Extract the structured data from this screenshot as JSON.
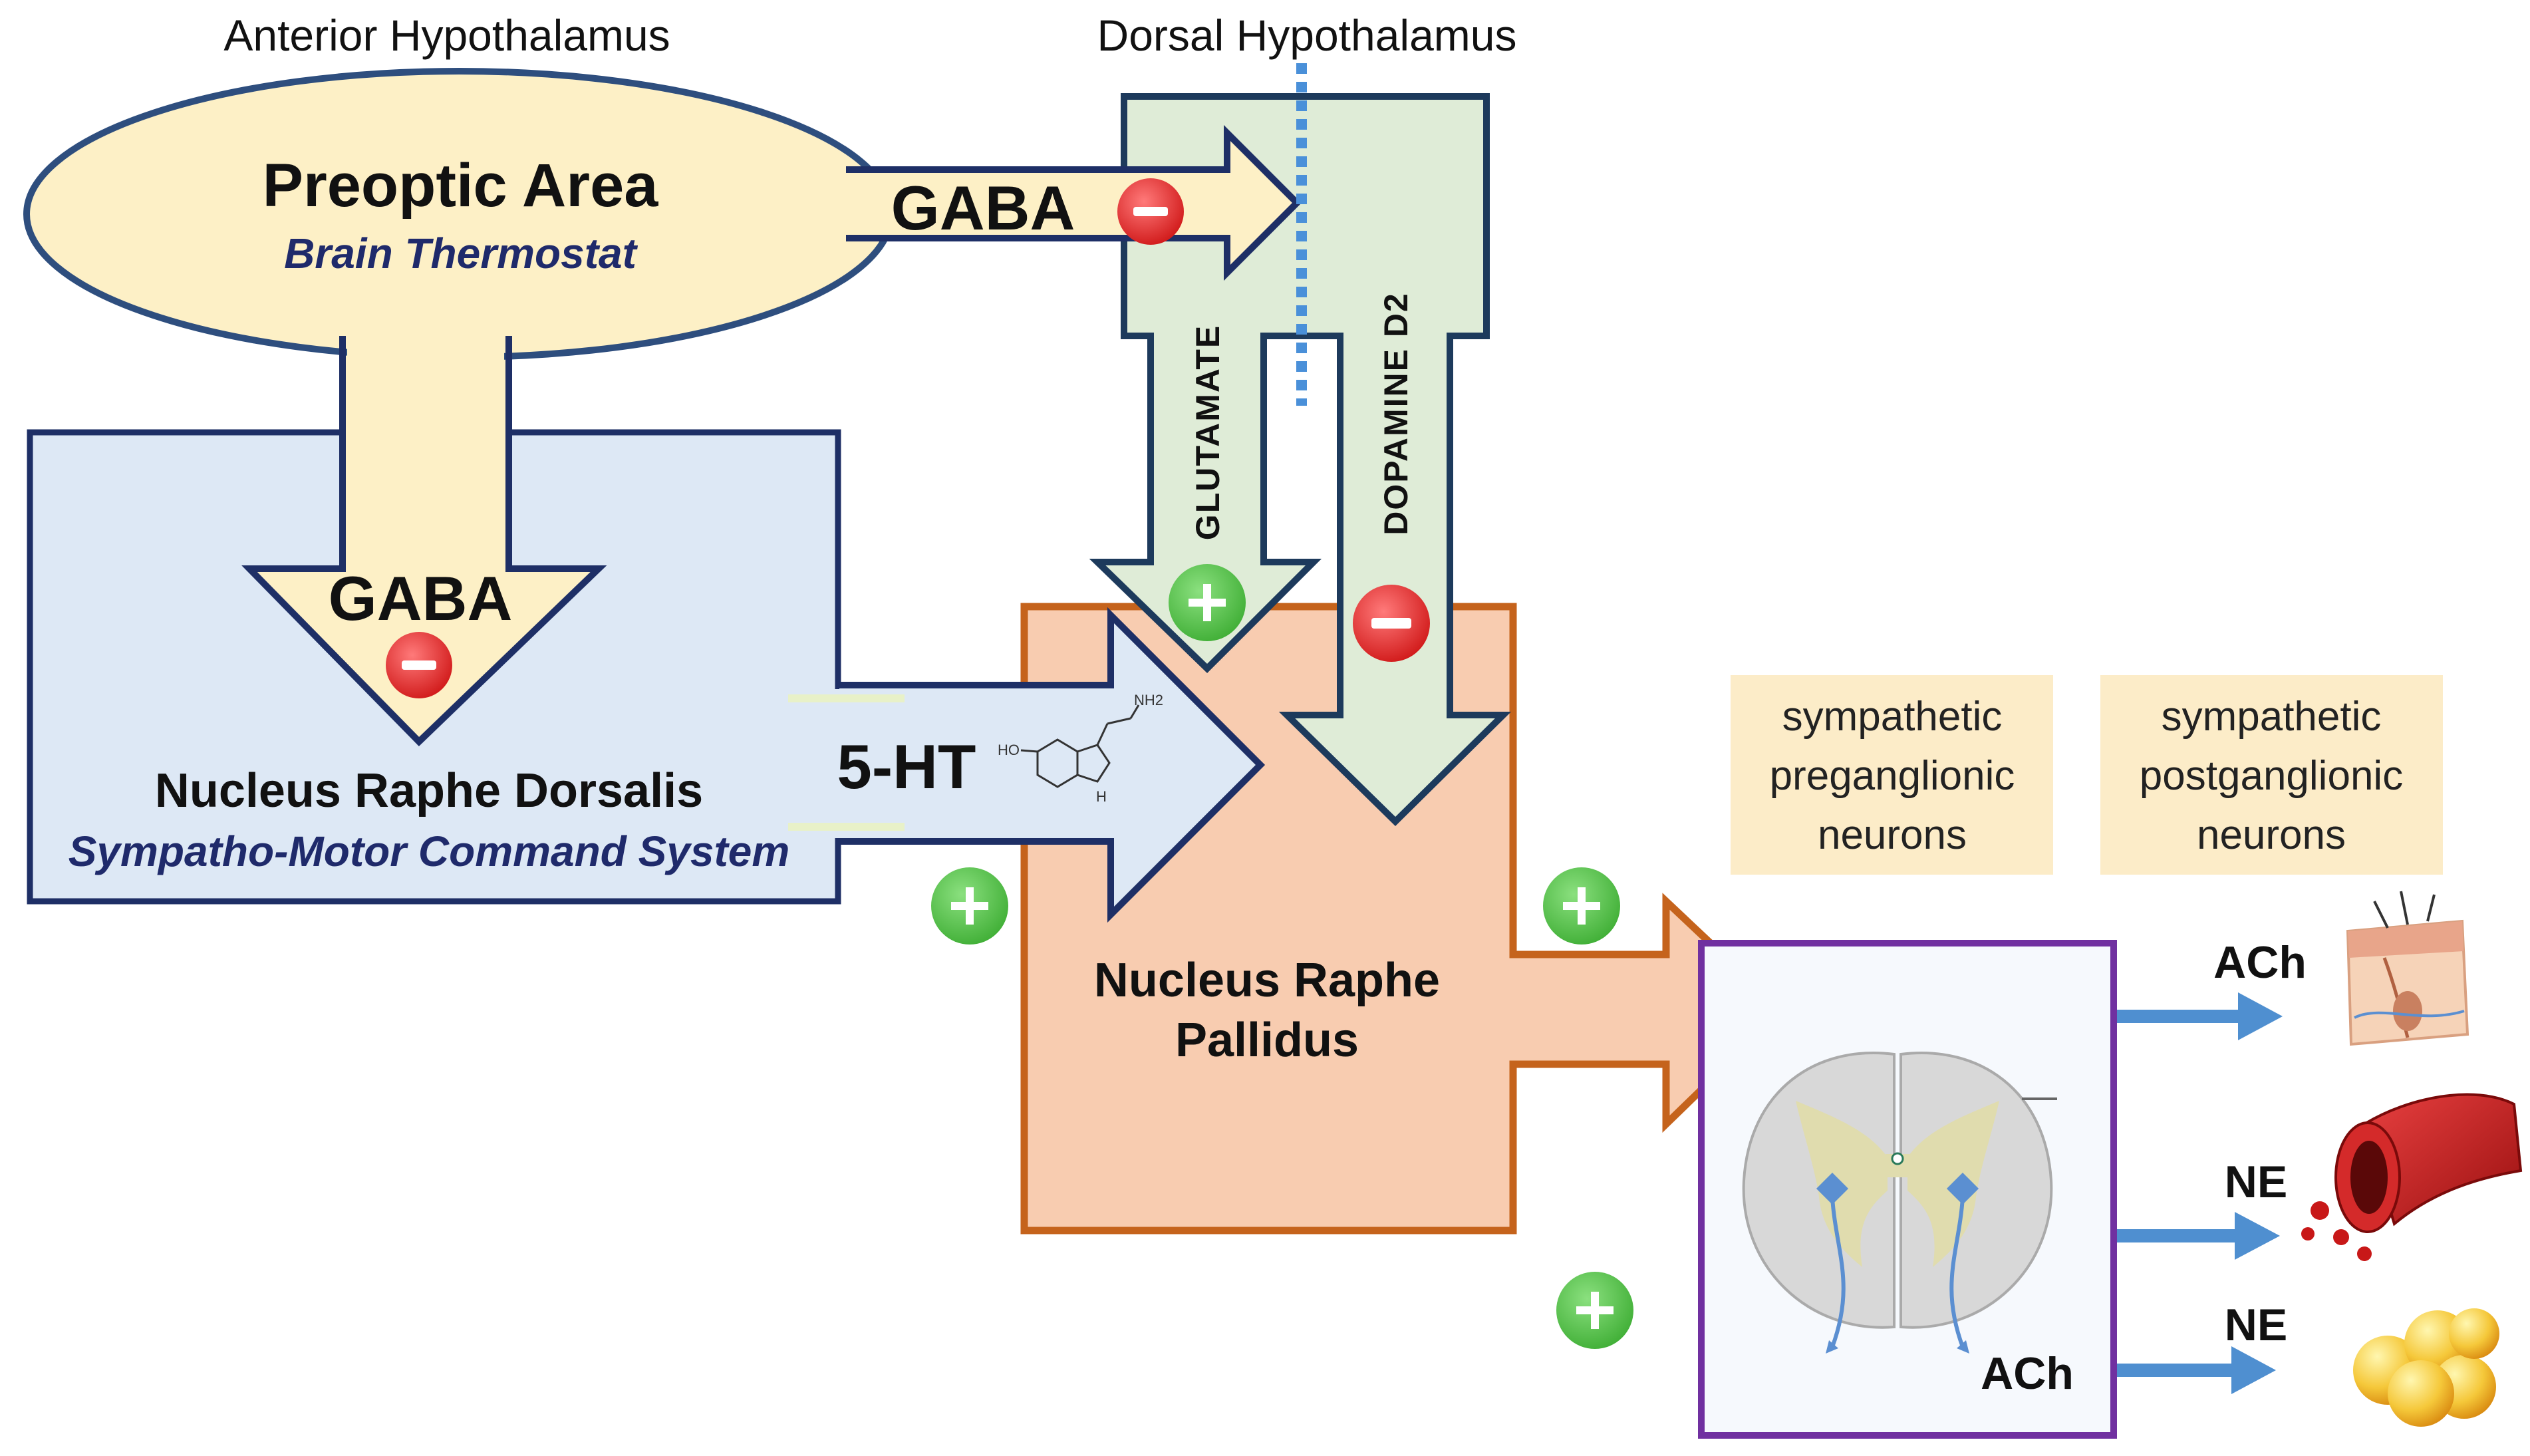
{
  "regions": {
    "anterior": "Anterior Hypothalamus",
    "dorsal": "Dorsal Hypothalamus"
  },
  "preoptic": {
    "title": "Preoptic Area",
    "subtitle": "Brain Thermostat"
  },
  "raphe_dorsalis": {
    "title": "Nucleus Raphe Dorsalis",
    "subtitle": "Sympatho-Motor Command System"
  },
  "raphe_pallidus": {
    "line1": "Nucleus Raphe",
    "line2": "Pallidus"
  },
  "neurotransmitters": {
    "gaba_right": "GABA",
    "gaba_down": "GABA",
    "glutamate": "GLUTAMATE",
    "dopamine": "DOPAMINE D2",
    "serotonin": "5-HT"
  },
  "molecule": {
    "ho": "HO",
    "nh2": "NH2",
    "nh": "H"
  },
  "neuron_boxes": {
    "pre": [
      "sympathetic",
      "preganglionic",
      "neurons"
    ],
    "post": [
      "sympathetic",
      "postganglionic",
      "neurons"
    ]
  },
  "spinal": {
    "label": "ACh"
  },
  "outputs": [
    {
      "label": "ACh",
      "target": "skin"
    },
    {
      "label": "NE",
      "target": "blood-vessel"
    },
    {
      "label": "NE",
      "target": "fat-cells"
    }
  ],
  "colors": {
    "preoptic_fill": "#fdf0c6",
    "preoptic_stroke": "#2e4e7e",
    "dorsalis_fill": "#dde8f5",
    "dorsalis_stroke": "#1e2f66",
    "dorsal_fill": "#dfecd7",
    "dorsal_stroke": "#1d3a5c",
    "pallidus_fill": "#f8ccb0",
    "pallidus_stroke": "#c5631c",
    "spinal_stroke": "#7030a0",
    "neuron_box_fill": "#fcecc8",
    "inhibit": "#e02020",
    "excite": "#58c24c",
    "output_arrow": "#4f8fd0",
    "dotted_line": "#4a90d9"
  }
}
